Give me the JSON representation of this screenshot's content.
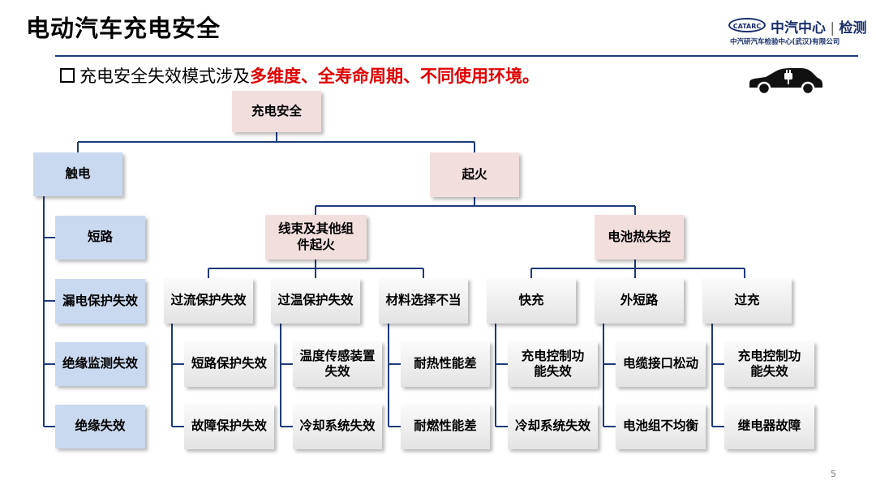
{
  "title": "电动汽车充电安全",
  "logo": {
    "badge": "CATARC",
    "main": "中汽中心",
    "main_suffix": "检测",
    "sub": "中汽研汽车检验中心(武汉)有限公司"
  },
  "subtitle": {
    "prefix": "充电安全失效模式涉及",
    "highlight": "多维度、全寿命周期、不同使用环境。"
  },
  "tree": {
    "root": "充电安全",
    "electric_shock": {
      "label": "触电",
      "children": [
        "短路",
        "漏电保护失效",
        "绝缘监测失效",
        "绝缘失效"
      ]
    },
    "fire": {
      "label": "起火",
      "wiring": {
        "label": "线束及其他组件起火",
        "groups": [
          {
            "label": "过流保护失效",
            "children": [
              "短路保护失效",
              "故障保护失效"
            ]
          },
          {
            "label": "过温保护失效",
            "children": [
              "温度传感装置失效",
              "冷却系统失效"
            ]
          },
          {
            "label": "材料选择不当",
            "children": [
              "耐热性能差",
              "耐燃性能差"
            ]
          }
        ]
      },
      "battery": {
        "label": "电池热失控",
        "groups": [
          {
            "label": "快充",
            "children": [
              "充电控制功能失效",
              "冷却系统失效"
            ]
          },
          {
            "label": "外短路",
            "children": [
              "电缆接口松动",
              "电池组不均衡"
            ]
          },
          {
            "label": "过充",
            "children": [
              "充电控制功能失效",
              "继电器故障"
            ]
          }
        ]
      }
    }
  },
  "colors": {
    "pink": "#f3dede",
    "blue": "#c9d9f0",
    "line": "#1f3a7a",
    "highlight": "#e00000"
  },
  "page_number": "5"
}
